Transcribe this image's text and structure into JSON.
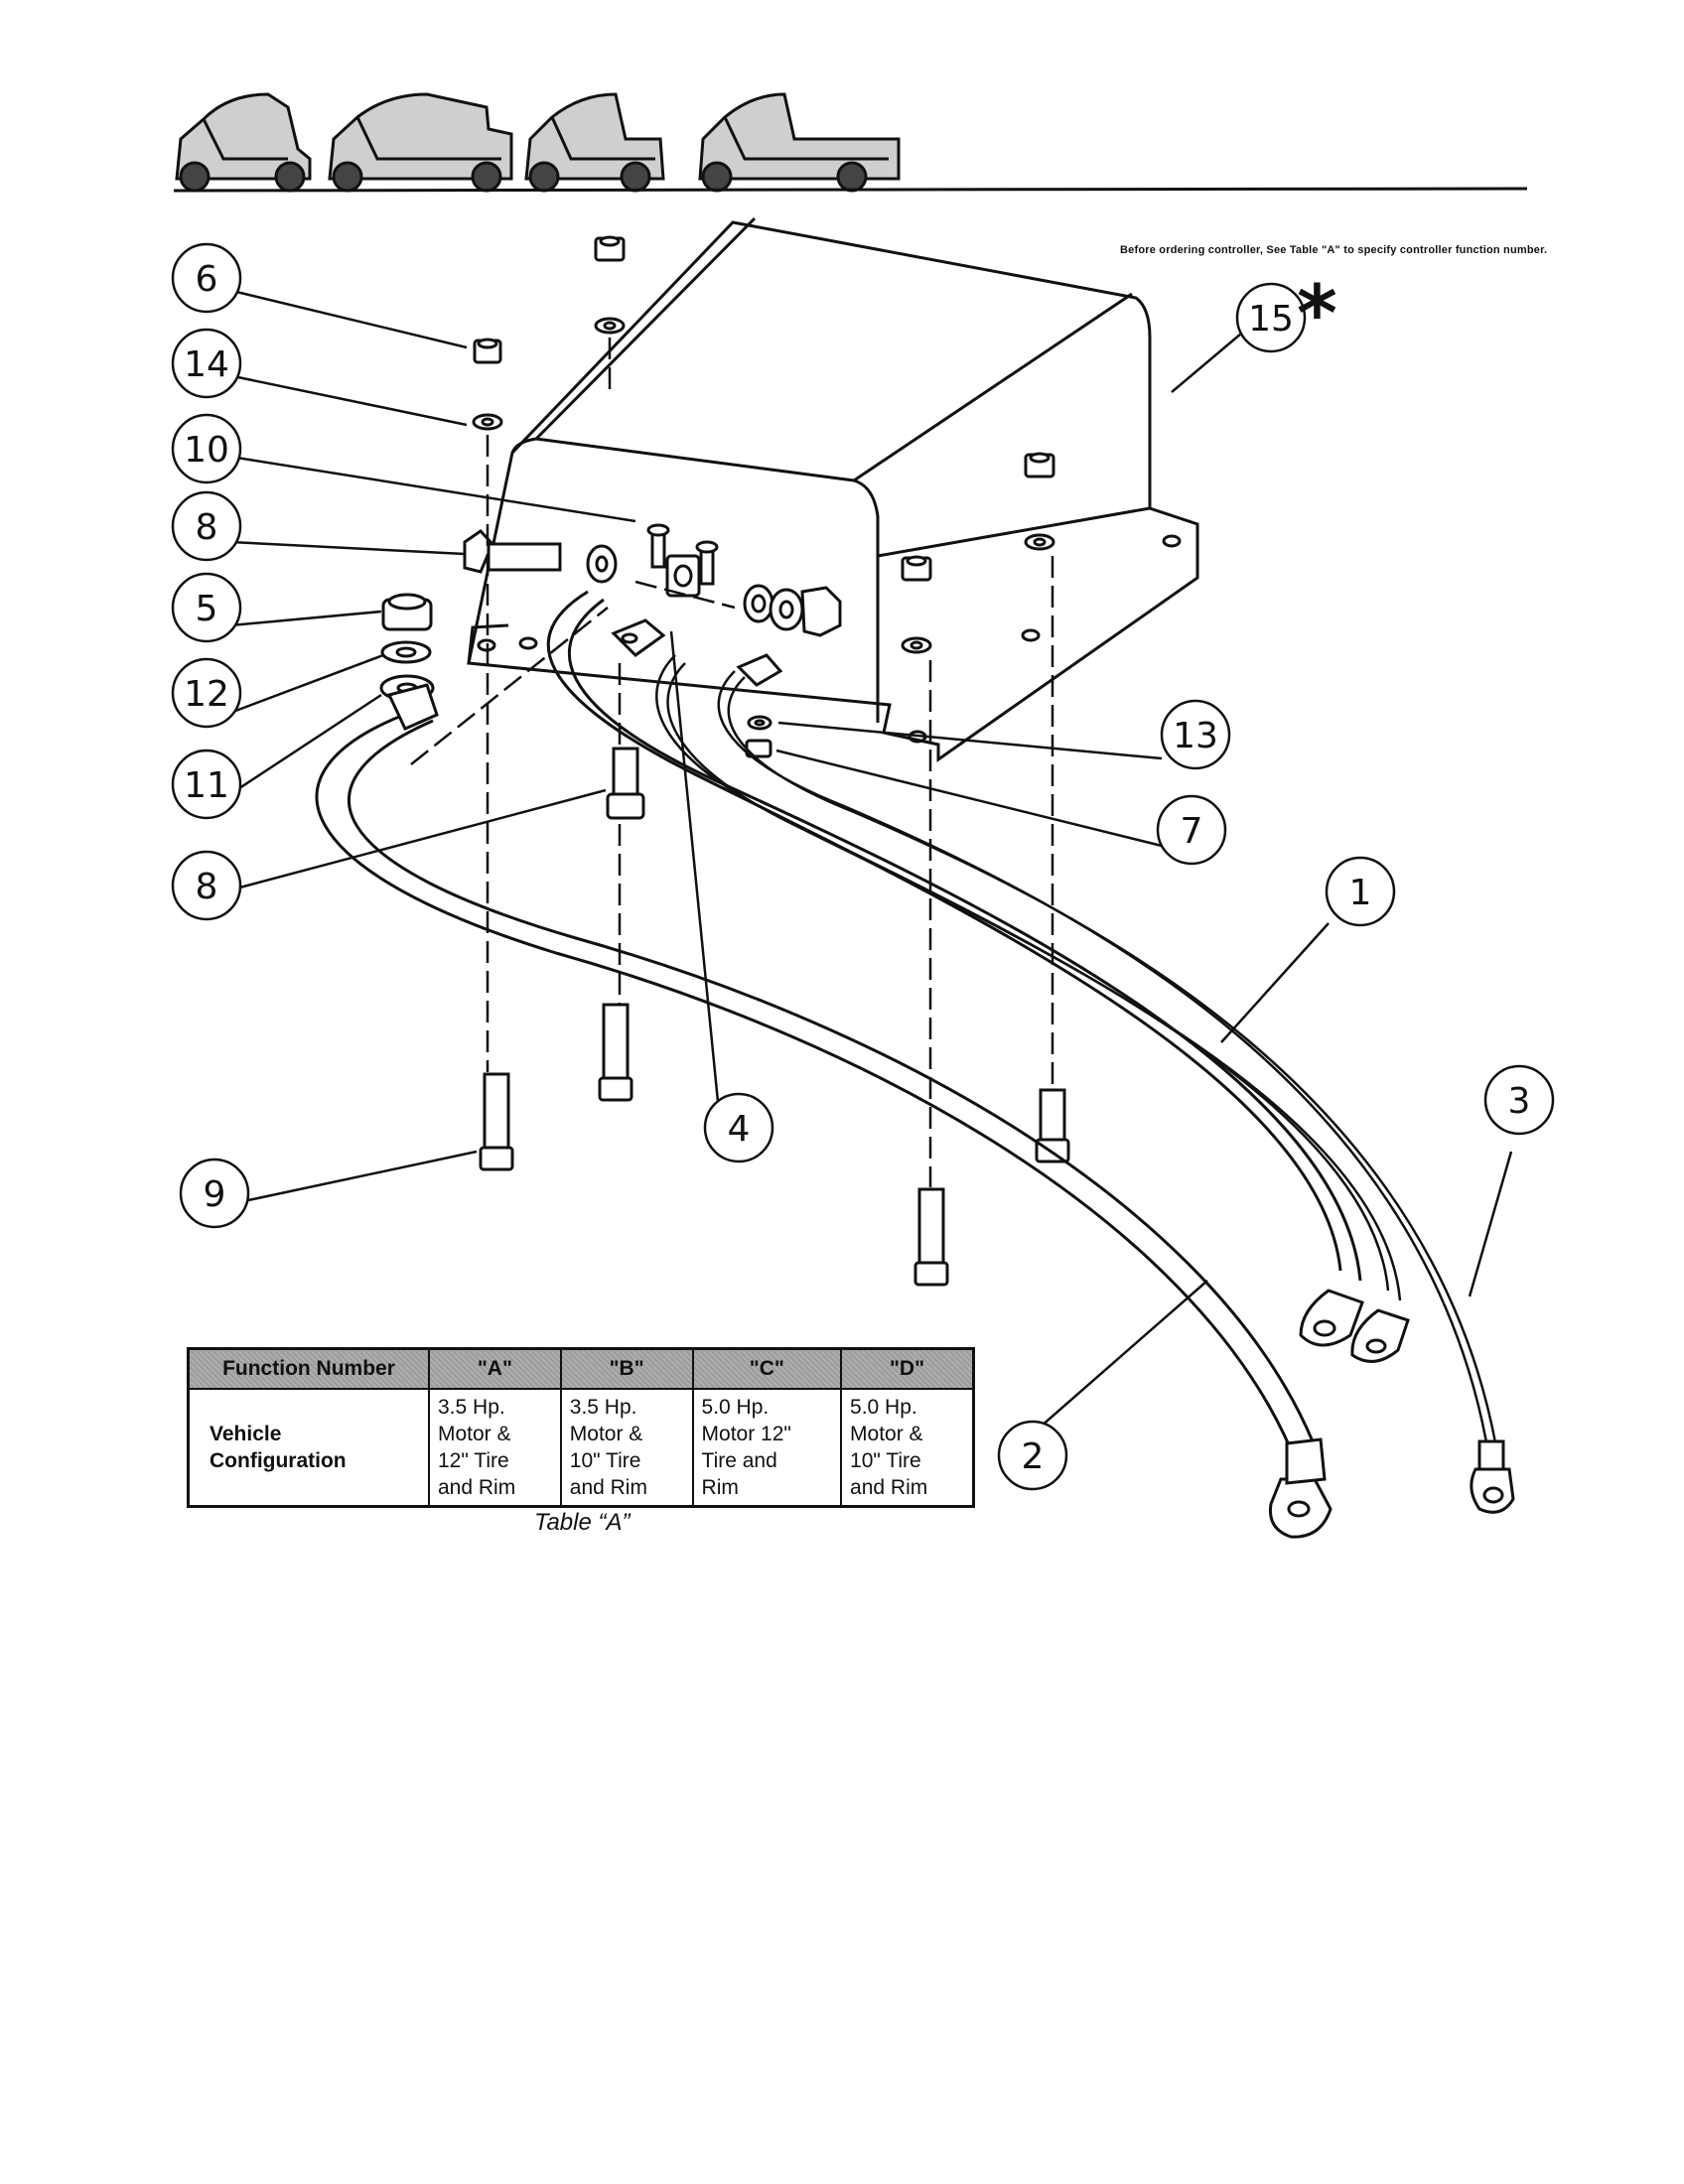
{
  "header": {
    "vehicle_icons": [
      "two-seat-vehicle-icon",
      "four-seat-vehicle-icon",
      "short-bed-utility-vehicle-icon",
      "long-bed-utility-vehicle-icon"
    ]
  },
  "note": "Before ordering controller, See Table \"A\" to specify controller function number.",
  "asterisk": "*",
  "callouts": [
    {
      "id": "6",
      "label": "6"
    },
    {
      "id": "14",
      "label": "14"
    },
    {
      "id": "10",
      "label": "10"
    },
    {
      "id": "8a",
      "label": "8"
    },
    {
      "id": "5",
      "label": "5"
    },
    {
      "id": "12",
      "label": "12"
    },
    {
      "id": "11",
      "label": "11"
    },
    {
      "id": "8b",
      "label": "8"
    },
    {
      "id": "9",
      "label": "9"
    },
    {
      "id": "4",
      "label": "4"
    },
    {
      "id": "15",
      "label": "15"
    },
    {
      "id": "13",
      "label": "13"
    },
    {
      "id": "7",
      "label": "7"
    },
    {
      "id": "1",
      "label": "1"
    },
    {
      "id": "3",
      "label": "3"
    },
    {
      "id": "2",
      "label": "2"
    }
  ],
  "table": {
    "header_label": "Function Number",
    "columns": [
      "\"A\"",
      "\"B\"",
      "\"C\"",
      "\"D\""
    ],
    "row_label": "Vehicle Configuration",
    "cells": [
      "3.5 Hp.\nMotor &\n12\" Tire\nand Rim",
      "3.5 Hp.\nMotor &\n10\"  Tire\nand Rim",
      "5.0 Hp.\nMotor 12\"\nTire and\nRim",
      "5.0 Hp.\nMotor &\n10\" Tire\nand Rim"
    ],
    "caption": "Table “A”"
  }
}
